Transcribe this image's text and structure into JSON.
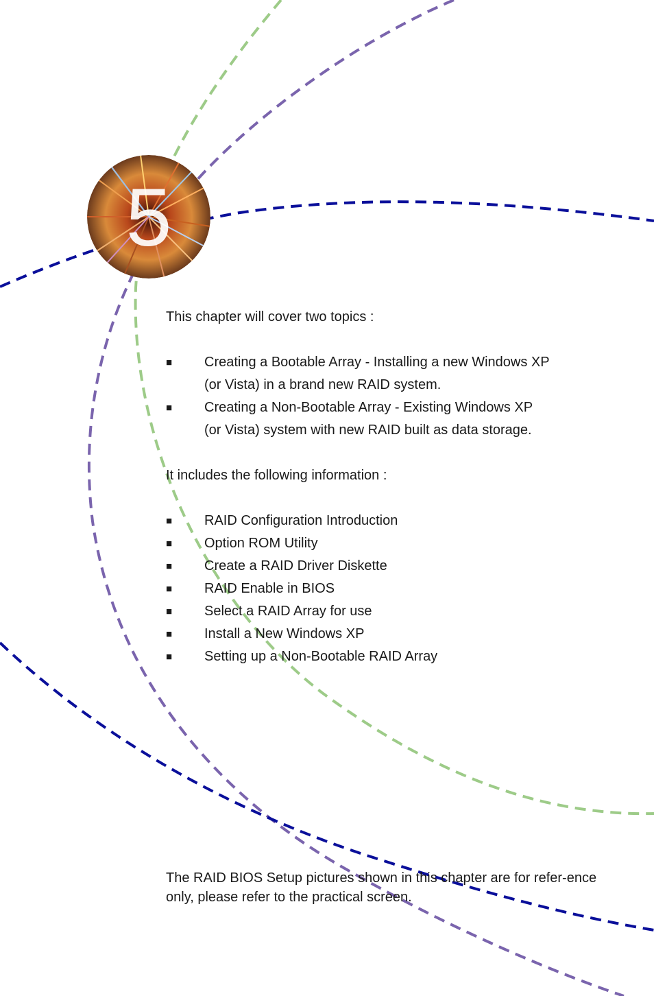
{
  "chapter": {
    "number": "5",
    "badge_icon": "starburst-circle-icon"
  },
  "decor_colors": {
    "blue": "#0a0f9a",
    "purple": "#7a64ad",
    "green": "#9dcb88"
  },
  "intro": "This chapter will cover two topics :",
  "topics": [
    {
      "bullet": "■",
      "text": "Creating a Bootable Array - Installing a new Windows XP",
      "text2": "(or Vista) in a brand new RAID system."
    },
    {
      "bullet": "■",
      "text": "Creating a Non-Bootable Array - Existing Windows XP",
      "text2": "(or Vista) system with new RAID built as data storage."
    }
  ],
  "includes_heading": "It includes the following information :",
  "info_items": [
    {
      "bullet": "■",
      "text": "RAID Configuration Introduction"
    },
    {
      "bullet": "■",
      "text": "Option ROM Utility"
    },
    {
      "bullet": "■",
      "text": "Create a RAID Driver Diskette"
    },
    {
      "bullet": "■",
      "text": "RAID Enable in BIOS"
    },
    {
      "bullet": "■",
      "text": "Select a RAID Array for use"
    },
    {
      "bullet": "■",
      "text": "Install a New Windows XP"
    },
    {
      "bullet": "■",
      "text": "Setting up a Non-Bootable RAID Array"
    }
  ],
  "note": "The RAID BIOS Setup pictures shown in this chapter are for refer-ence only, please refer to the practical screen."
}
